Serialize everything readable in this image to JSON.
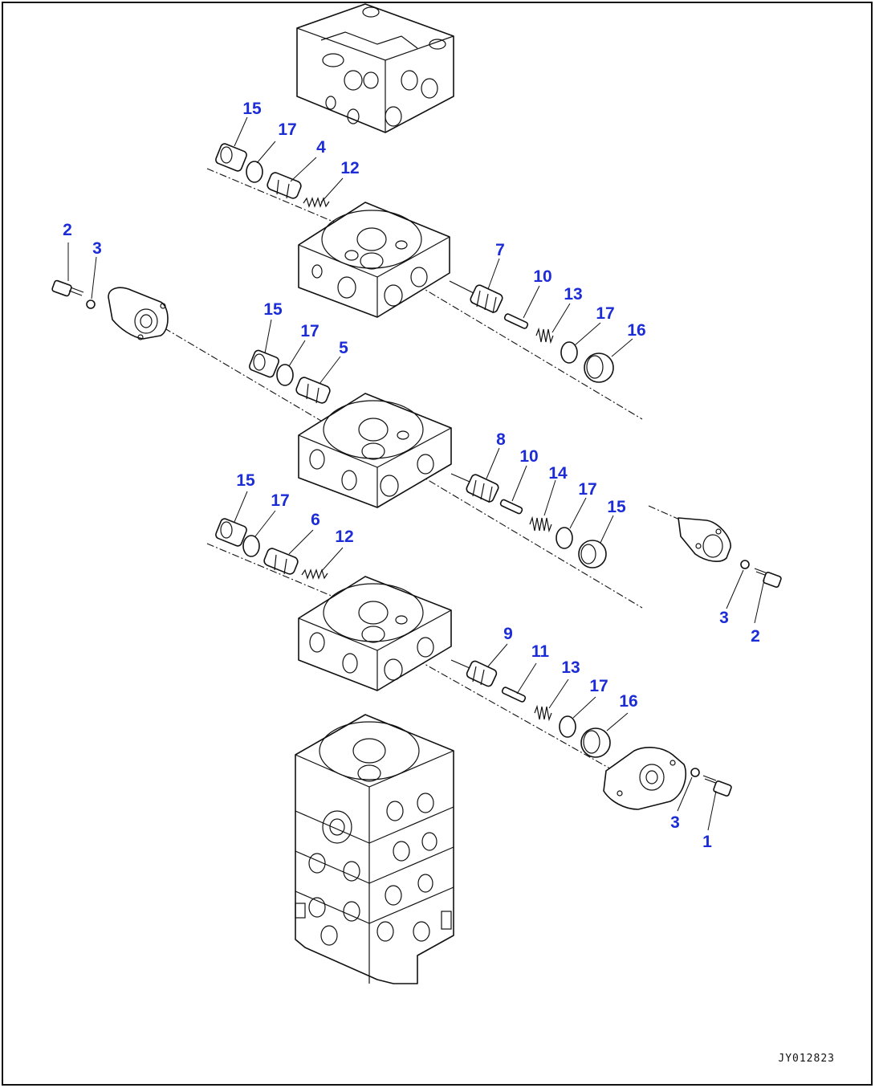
{
  "figure_code": "JY012823",
  "callouts": [
    {
      "id": "c15a",
      "label": "15"
    },
    {
      "id": "c17a",
      "label": "17"
    },
    {
      "id": "c4",
      "label": "4"
    },
    {
      "id": "c12a",
      "label": "12"
    },
    {
      "id": "c2a",
      "label": "2"
    },
    {
      "id": "c3a",
      "label": "3"
    },
    {
      "id": "c7",
      "label": "7"
    },
    {
      "id": "c10a",
      "label": "10"
    },
    {
      "id": "c13a",
      "label": "13"
    },
    {
      "id": "c17b",
      "label": "17"
    },
    {
      "id": "c16a",
      "label": "16"
    },
    {
      "id": "c15b",
      "label": "15"
    },
    {
      "id": "c17c",
      "label": "17"
    },
    {
      "id": "c5",
      "label": "5"
    },
    {
      "id": "c8",
      "label": "8"
    },
    {
      "id": "c10b",
      "label": "10"
    },
    {
      "id": "c14",
      "label": "14"
    },
    {
      "id": "c17d",
      "label": "17"
    },
    {
      "id": "c15c",
      "label": "15"
    },
    {
      "id": "c15d",
      "label": "15"
    },
    {
      "id": "c17e",
      "label": "17"
    },
    {
      "id": "c6",
      "label": "6"
    },
    {
      "id": "c12b",
      "label": "12"
    },
    {
      "id": "c3b",
      "label": "3"
    },
    {
      "id": "c2b",
      "label": "2"
    },
    {
      "id": "c9",
      "label": "9"
    },
    {
      "id": "c11",
      "label": "11"
    },
    {
      "id": "c13b",
      "label": "13"
    },
    {
      "id": "c17f",
      "label": "17"
    },
    {
      "id": "c16b",
      "label": "16"
    },
    {
      "id": "c3c",
      "label": "3"
    },
    {
      "id": "c1",
      "label": "1"
    }
  ]
}
